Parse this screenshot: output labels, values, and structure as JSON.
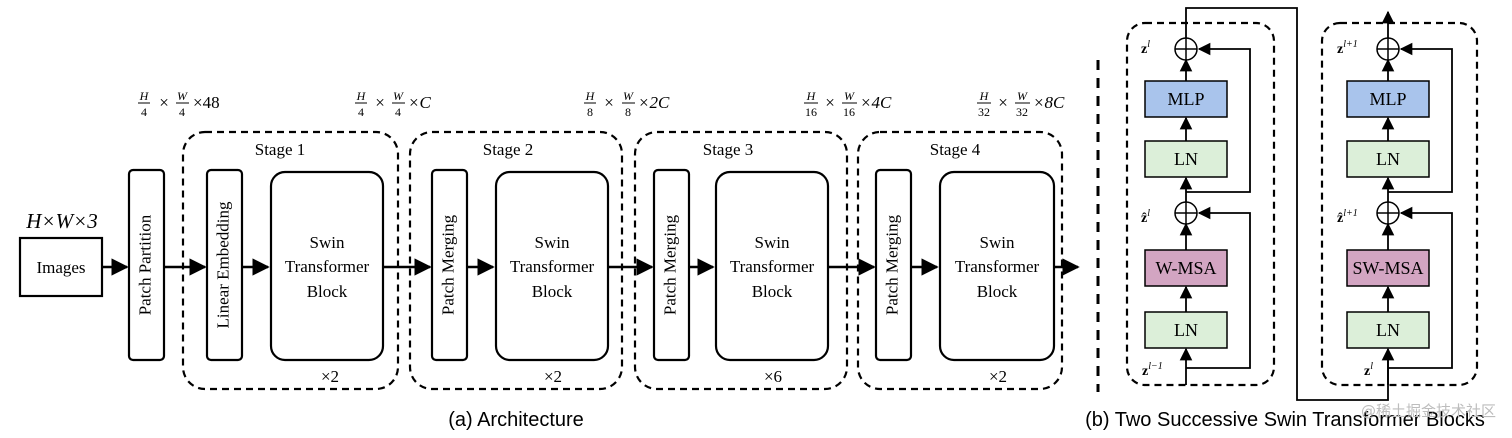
{
  "architecture": {
    "input_dims": "H×W×3",
    "images_label": "Images",
    "patch_partition_label": "Patch Partition",
    "linear_embedding_label": "Linear Embedding",
    "patch_merging_label": "Patch Merging",
    "swin_block_line1": "Swin",
    "swin_block_line2": "Transformer",
    "swin_block_line3": "Block",
    "stages": [
      {
        "title": "Stage 1",
        "repeat": "×2",
        "dims": {
          "h": "H",
          "hden": "4",
          "w": "W",
          "wden": "4",
          "ch": "×C"
        }
      },
      {
        "title": "Stage 2",
        "repeat": "×2",
        "dims": {
          "h": "H",
          "hden": "8",
          "w": "W",
          "wden": "8",
          "ch": "×2C"
        }
      },
      {
        "title": "Stage 3",
        "repeat": "×6",
        "dims": {
          "h": "H",
          "hden": "16",
          "w": "W",
          "wden": "16",
          "ch": "×4C"
        }
      },
      {
        "title": "Stage 4",
        "repeat": "×2",
        "dims": {
          "h": "H",
          "hden": "32",
          "w": "W",
          "wden": "32",
          "ch": "×8C"
        }
      }
    ],
    "partition_dims": {
      "h": "H",
      "hden": "4",
      "w": "W",
      "wden": "4",
      "ch": "×48"
    },
    "times": "×",
    "caption": "(a) Architecture"
  },
  "blocks": {
    "caption": "(b) Two Successive Swin Transformer Blocks",
    "mlp_label": "MLP",
    "ln_label": "LN",
    "block1": {
      "attention_label": "W-MSA",
      "input_var": "z",
      "input_sup": "l−1",
      "mid_var": "ẑ",
      "mid_sup": "l",
      "out_var": "z",
      "out_sup": "l"
    },
    "block2": {
      "attention_label": "SW-MSA",
      "input_var": "z",
      "input_sup": "l",
      "mid_var": "ẑ",
      "mid_sup": "l+1",
      "out_var": "z",
      "out_sup": "l+1"
    },
    "colors": {
      "mlp_fill": "#a9c4ec",
      "ln_fill": "#dcefd9",
      "msa_fill": "#d3a5c2"
    }
  },
  "watermark": "@稀土掘金技术社区"
}
